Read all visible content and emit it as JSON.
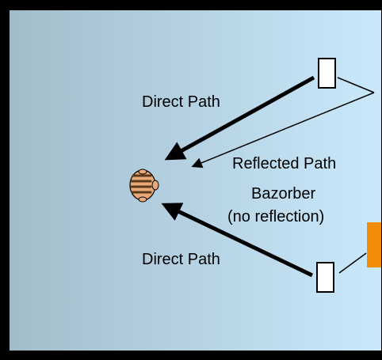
{
  "labels": {
    "direct_path_top": "Direct Path",
    "reflected_path": "Reflected Path",
    "bazorber_line1": "Bazorber",
    "bazorber_line2": "(no reflection)",
    "direct_path_bottom": "Direct Path"
  },
  "colors": {
    "room_gradient_left": "#a3bcca",
    "room_gradient_right": "#c9e9fb",
    "border": "#000000",
    "absorber_panel": "#f08c0a",
    "speaker_fill": "#ffffff",
    "listener_skin": "#e8a878",
    "listener_hair": "#5a3a1a"
  },
  "icons": {
    "listener": "listener-head-icon",
    "speaker": "speaker-icon"
  }
}
